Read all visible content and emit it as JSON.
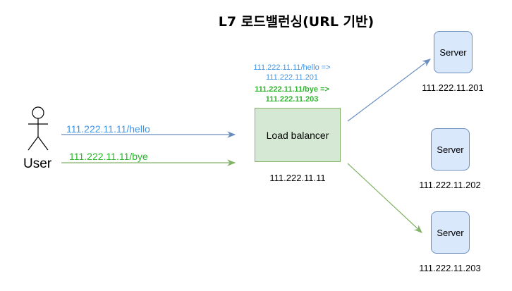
{
  "title": "L7 로드밸런싱(URL 기반)",
  "user": {
    "label": "User"
  },
  "requests": [
    {
      "text": "111.222.11.11/hello",
      "color": "#3d95e8"
    },
    {
      "text": "111.222.11.11/bye",
      "color": "#2ab52a"
    }
  ],
  "routing_rules": [
    {
      "line1": "111.222.11.11/hello =>",
      "line2": "111.222.11.201",
      "color": "#3d95e8"
    },
    {
      "line1": "111.222.11.11/bye =>",
      "line2": "111.222.11.203",
      "color": "#2ab52a"
    }
  ],
  "load_balancer": {
    "label": "Load balancer",
    "ip": "111.222.11.11"
  },
  "servers": [
    {
      "label": "Server",
      "ip": "111.222.11.201"
    },
    {
      "label": "Server",
      "ip": "111.222.11.202"
    },
    {
      "label": "Server",
      "ip": "111.222.11.203"
    }
  ],
  "colors": {
    "blue_arrow": "#6c8ebf",
    "green_arrow": "#82b366",
    "lb_fill": "#d5e8d4",
    "server_fill": "#dae8fc"
  }
}
